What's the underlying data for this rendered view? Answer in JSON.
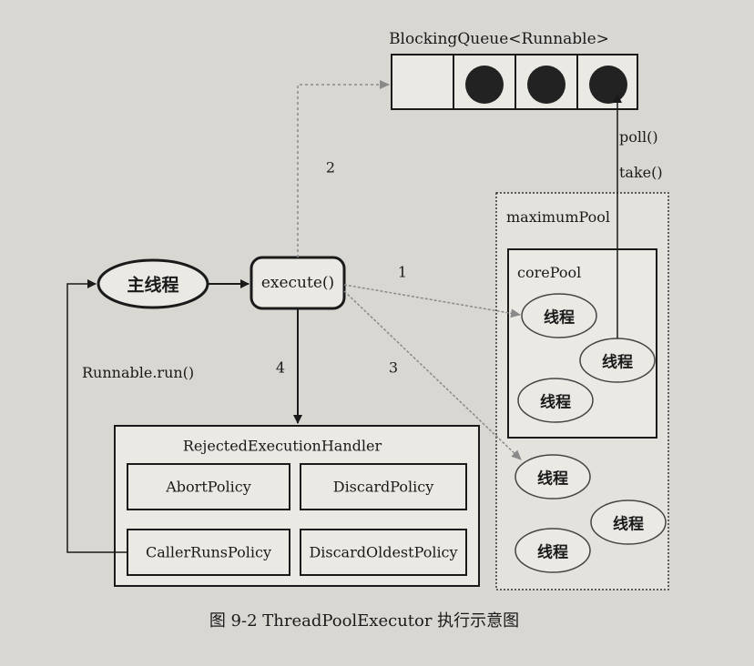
{
  "queue": {
    "label": "BlockingQueue<Runnable>"
  },
  "main_thread": {
    "label": "主线程"
  },
  "execute": {
    "label": "execute()"
  },
  "max_pool": {
    "label": "maximumPool"
  },
  "core_pool": {
    "label": "corePool"
  },
  "poll": {
    "label": "poll()"
  },
  "take": {
    "label": "take()"
  },
  "handler": {
    "title": "RejectedExecutionHandler",
    "policies": [
      "AbortPolicy",
      "DiscardPolicy",
      "CallerRunsPolicy",
      "DiscardOldestPolicy"
    ]
  },
  "runnable_run": {
    "label": "Runnable.run()"
  },
  "steps": [
    "1",
    "2",
    "3",
    "4"
  ],
  "threads": [
    "线程",
    "线程",
    "线程",
    "线程",
    "线程",
    "线程"
  ],
  "caption": {
    "label": "图 9-2   ThreadPoolExecutor 执行示意图"
  }
}
